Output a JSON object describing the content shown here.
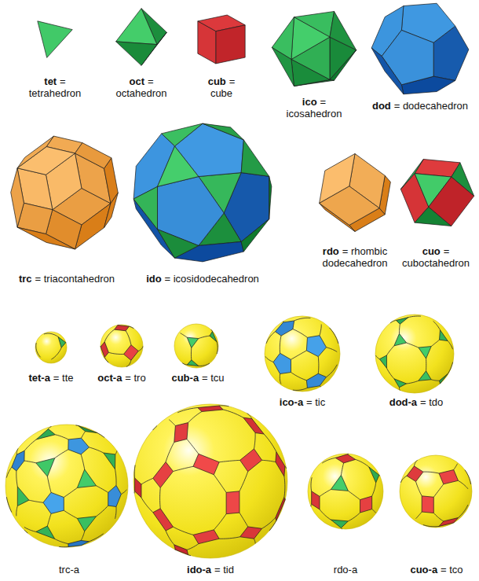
{
  "diagram": {
    "labels": [
      "tet",
      "= tetrahedron",
      "oct",
      "= octahedron",
      "cub",
      "= cube",
      "ico",
      "= icosahedron",
      "dod",
      "= dodecahedron",
      "trc",
      "= triacontahedron",
      "ido",
      "= icosidodecahedron",
      "rdo",
      "= rhombic dodecahedron",
      "cuo",
      "= cuboctahedron",
      "tet-a",
      "= tte",
      "oct-a",
      "= tro",
      "cub-a",
      "= tcu",
      "ico-a",
      "= tic",
      "dod-a",
      "= tdo",
      "trc-a",
      "ido-a",
      "= tid",
      "rdo-a",
      "cuo-a",
      "= tco"
    ]
  }
}
